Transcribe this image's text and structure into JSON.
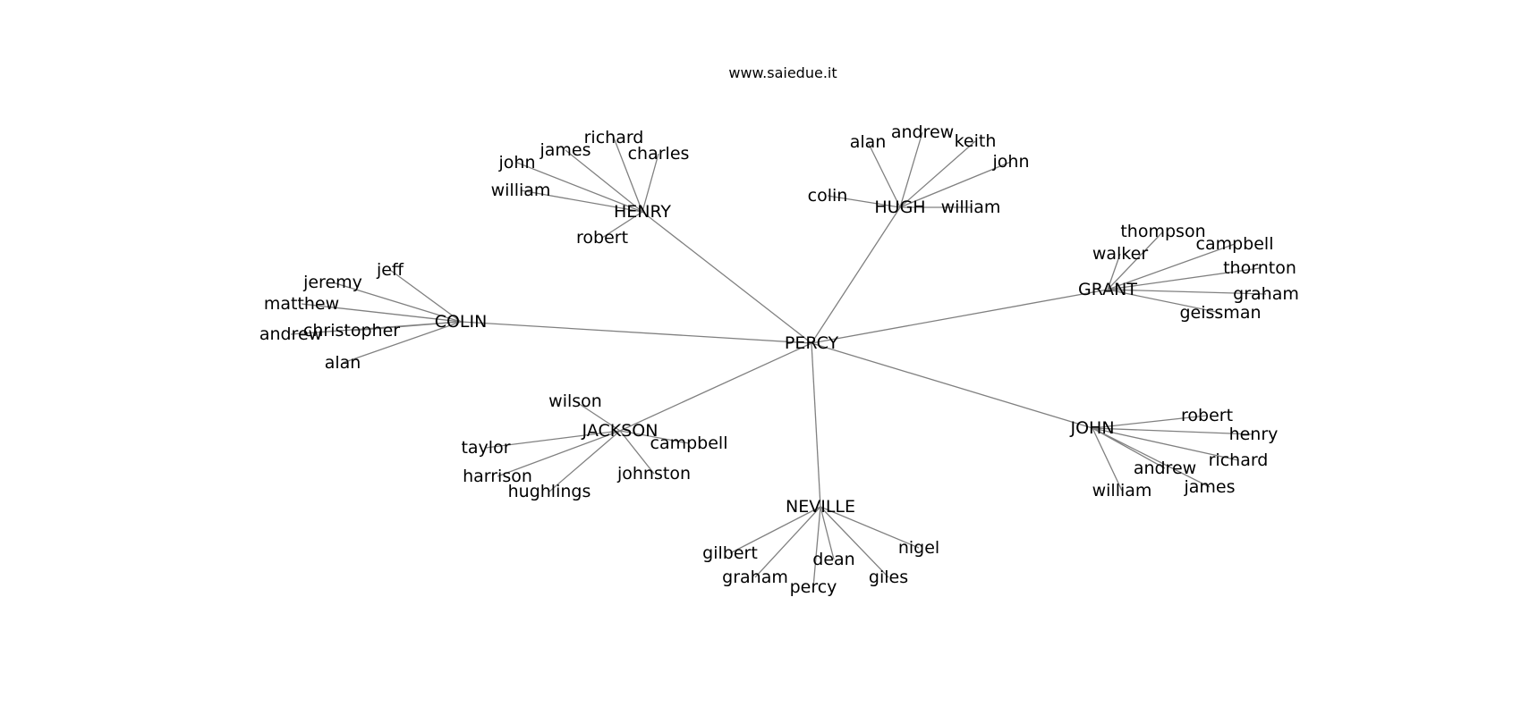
{
  "site": "www.saiedue.it",
  "root": "PERCY",
  "groups": [
    {
      "name": "HENRY",
      "children": [
        "richard",
        "james",
        "charles",
        "john",
        "william",
        "robert"
      ]
    },
    {
      "name": "HUGH",
      "children": [
        "alan",
        "andrew",
        "keith",
        "john",
        "colin",
        "william"
      ]
    },
    {
      "name": "GRANT",
      "children": [
        "thompson",
        "campbell",
        "walker",
        "thornton",
        "graham",
        "geissman"
      ]
    },
    {
      "name": "COLIN",
      "children": [
        "jeff",
        "jeremy",
        "matthew",
        "christopher",
        "andrew",
        "alan"
      ]
    },
    {
      "name": "JACKSON",
      "children": [
        "wilson",
        "taylor",
        "campbell",
        "harrison",
        "johnston",
        "hughlings"
      ]
    },
    {
      "name": "JOHN",
      "children": [
        "robert",
        "henry",
        "richard",
        "andrew",
        "james",
        "william"
      ]
    },
    {
      "name": "NEVILLE",
      "children": [
        "gilbert",
        "nigel",
        "dean",
        "graham",
        "giles",
        "percy"
      ]
    }
  ]
}
